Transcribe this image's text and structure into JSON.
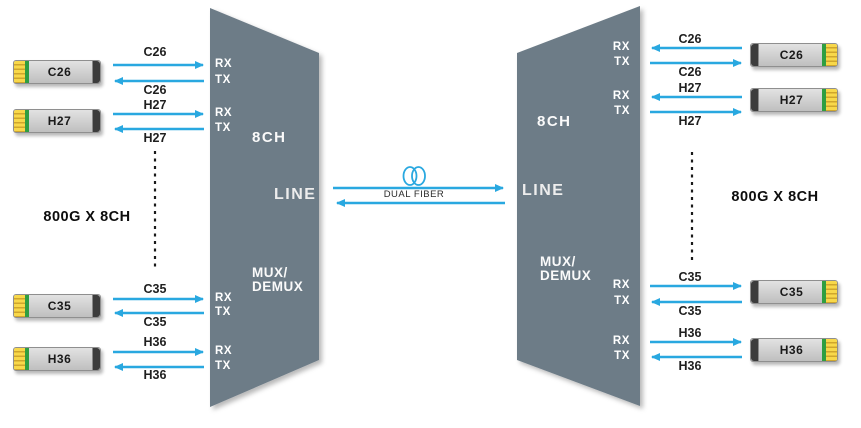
{
  "colors": {
    "accent_blue": "#29a8e0",
    "mux_body_gray": "#6d7c87",
    "transceiver_gold": "#f8d84a",
    "transceiver_green": "#2f9e41"
  },
  "port_labels": {
    "rx": "RX",
    "tx": "TX"
  },
  "fiber_link": {
    "label": "DUAL FIBER",
    "icon": "fiber-coil"
  },
  "left": {
    "group_label": "800G X 8CH",
    "transceivers": [
      "C26",
      "H27",
      "C35",
      "H36"
    ],
    "links": [
      {
        "top_label": "C26",
        "bottom_label": "C26"
      },
      {
        "top_label": "H27",
        "bottom_label": "H27"
      },
      {
        "top_label": "C35",
        "bottom_label": "C35"
      },
      {
        "top_label": "H36",
        "bottom_label": "H36"
      }
    ],
    "unit": {
      "channels": "8CH",
      "line": "LINE",
      "mux_line1": "MUX/",
      "mux_line2": "DEMUX"
    }
  },
  "right": {
    "group_label": "800G X 8CH",
    "transceivers": [
      "C26",
      "H27",
      "C35",
      "H36"
    ],
    "links": [
      {
        "top_label": "C26",
        "bottom_label": "C26"
      },
      {
        "top_label": "H27",
        "bottom_label": "H27"
      },
      {
        "top_label": "C35",
        "bottom_label": "C35"
      },
      {
        "top_label": "H36",
        "bottom_label": "H36"
      }
    ],
    "unit": {
      "channels": "8CH",
      "line": "LINE",
      "mux_line1": "MUX/",
      "mux_line2": "DEMUX"
    }
  }
}
